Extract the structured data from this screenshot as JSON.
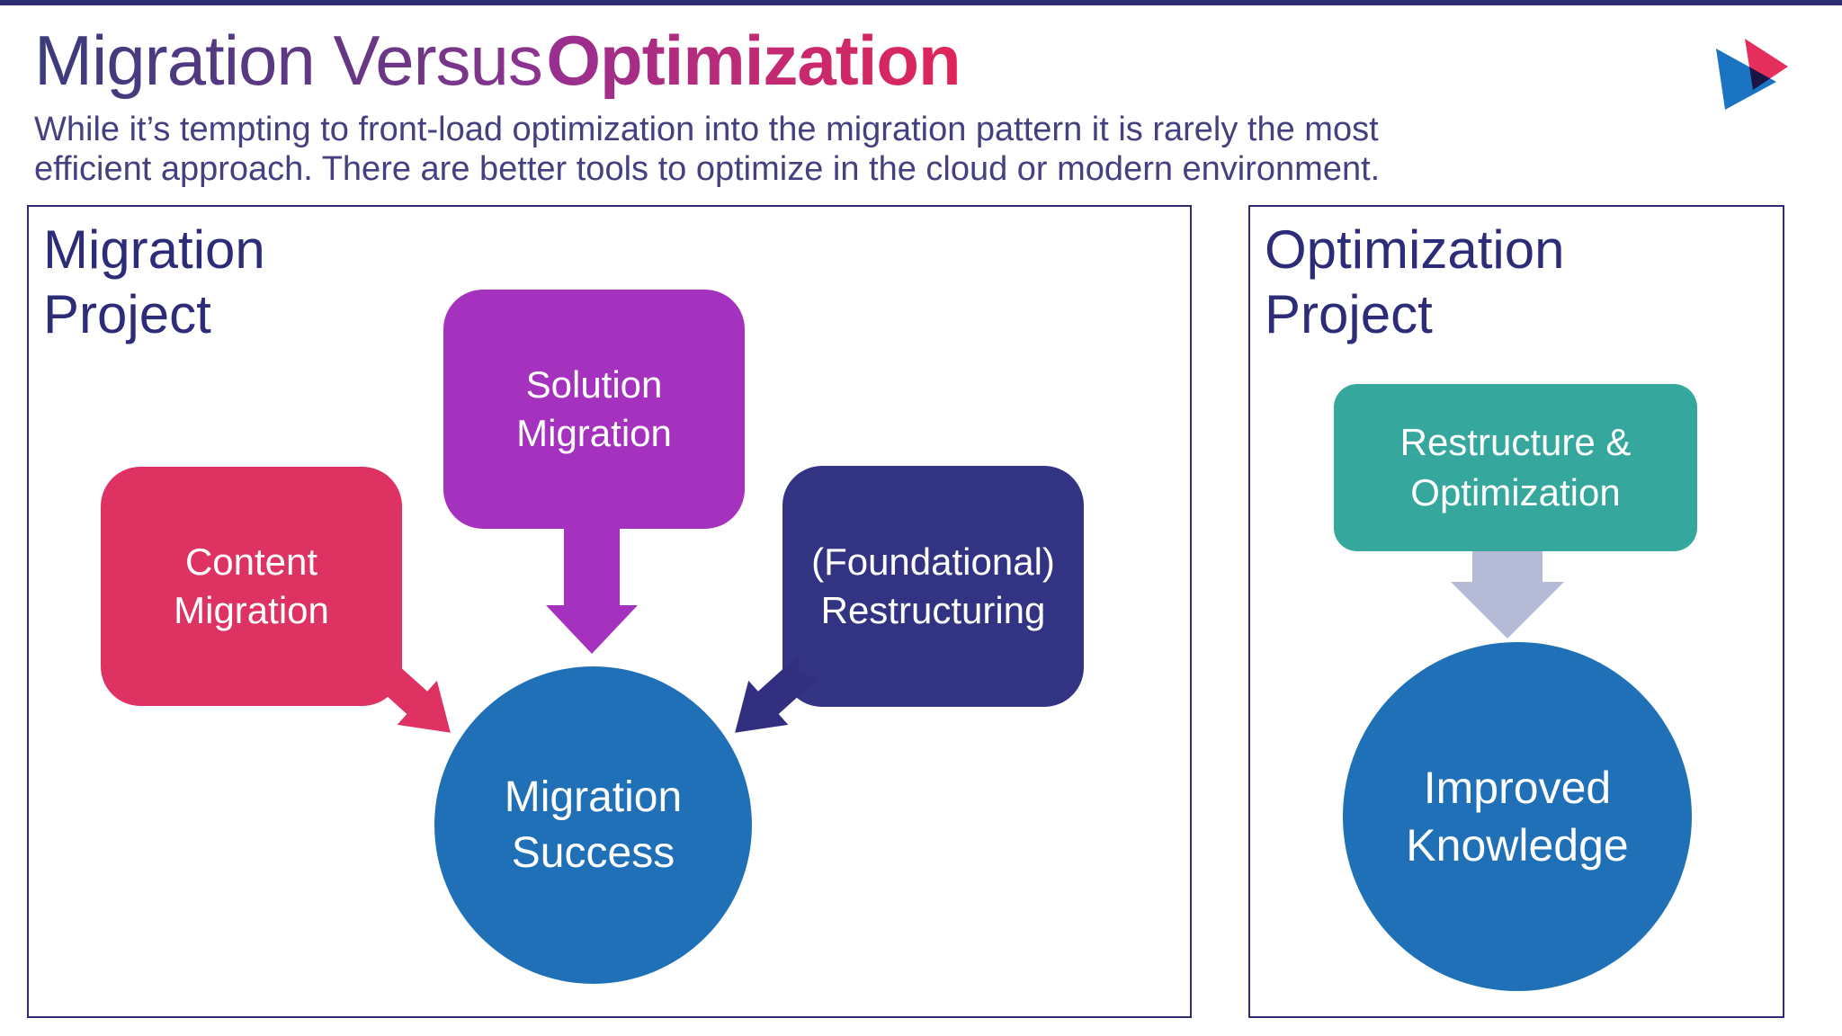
{
  "header": {
    "title_light": "Migration Versus",
    "title_bold": "Optimization",
    "subtitle_line1": "While it’s tempting to front-load optimization into the migration pattern it is rarely the most",
    "subtitle_line2": "efficient approach. There are better tools to optimize in the cloud or modern environment.",
    "logo_icon": "overlapping-play-triangles"
  },
  "left_panel": {
    "heading_line1": "Migration",
    "heading_line2": "Project",
    "boxes": [
      {
        "id": "content-migration",
        "line1": "Content",
        "line2": "Migration",
        "color": "#de3263"
      },
      {
        "id": "solution-migration",
        "line1": "Solution",
        "line2": "Migration",
        "color": "#a432be"
      },
      {
        "id": "foundational-restructuring",
        "line1": "(Foundational)",
        "line2": "Restructuring",
        "color": "#333384"
      }
    ],
    "circle": {
      "line1": "Migration",
      "line2": "Success",
      "color": "#1f70b6"
    }
  },
  "right_panel": {
    "heading_line1": "Optimization",
    "heading_line2": "Project",
    "box": {
      "line1": "Restructure &",
      "line2": "Optimization",
      "color": "#35a79c"
    },
    "circle": {
      "line1": "Improved",
      "line2": "Knowledge",
      "color": "#1f70b6"
    },
    "arrow_color": "#b5bbd7"
  },
  "colors": {
    "top_bar": "#2d2c72",
    "panel_border": "#2f2d74",
    "heading_text": "#2d2c78",
    "subtitle_text": "#45407f",
    "title_gradient_start": "#3b3b7c",
    "title_gradient_end": "#8f3390",
    "title_bold_gradient_start": "#962f90",
    "title_bold_gradient_end": "#e02557",
    "logo_blue": "#1b74c2",
    "logo_pink": "#e62e5d"
  }
}
